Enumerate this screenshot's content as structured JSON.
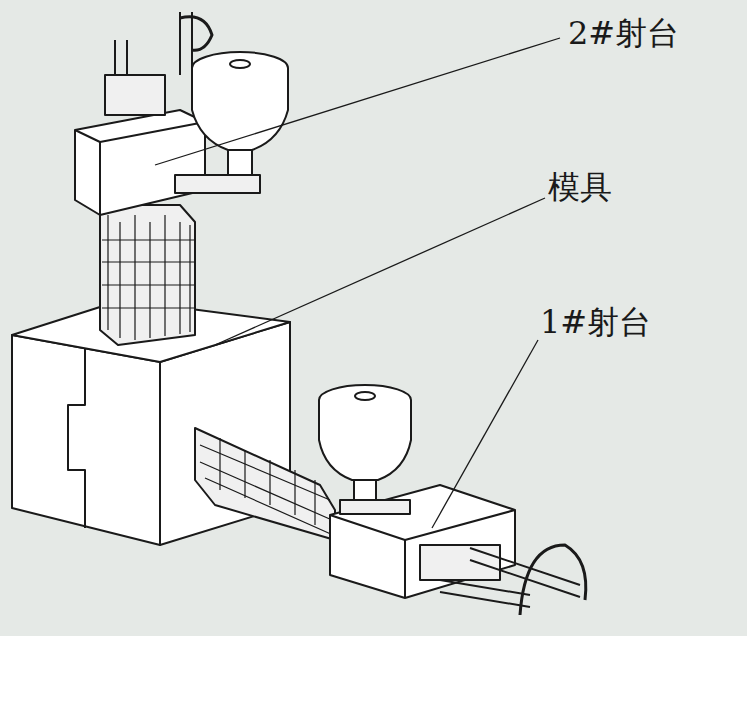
{
  "diagram": {
    "labels": [
      "2#射台",
      "模具",
      "1#射台"
    ]
  }
}
